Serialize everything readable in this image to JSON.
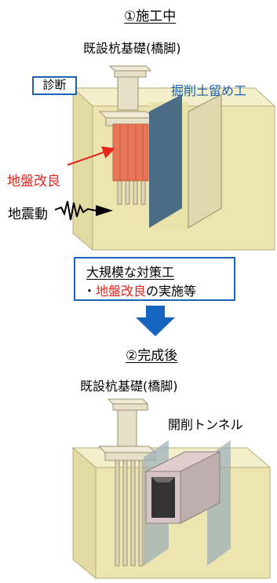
{
  "stage1": {
    "title": "①施工中",
    "existing_foundation": "既設杭基礎(橋脚)",
    "diagnosis_badge": "診断",
    "excavation_retaining": "掘削土留め工",
    "ground_improvement": "地盤改良",
    "earthquake_motion": "地震動"
  },
  "measures": {
    "heading": "大規模な対策工",
    "bullet": "・",
    "highlight": "地盤改良",
    "rest": "の実施等"
  },
  "stage2": {
    "title": "②完成後",
    "existing_foundation": "既設杭基礎(橋脚)",
    "cut_and_cover_tunnel": "開削トンネル"
  },
  "colors": {
    "soil_front": "#ece5b0",
    "soil_side": "#e2dba3",
    "soil_top": "#f3efcb",
    "pile": "#ddd6b8",
    "pier": "#e6e0c8",
    "improved_ground": "#e8775a",
    "wall_blue": "#3b5f82",
    "accent_blue": "#1a64b4",
    "accent_red": "#e8241b",
    "arrow_blue": "#1565c0"
  }
}
